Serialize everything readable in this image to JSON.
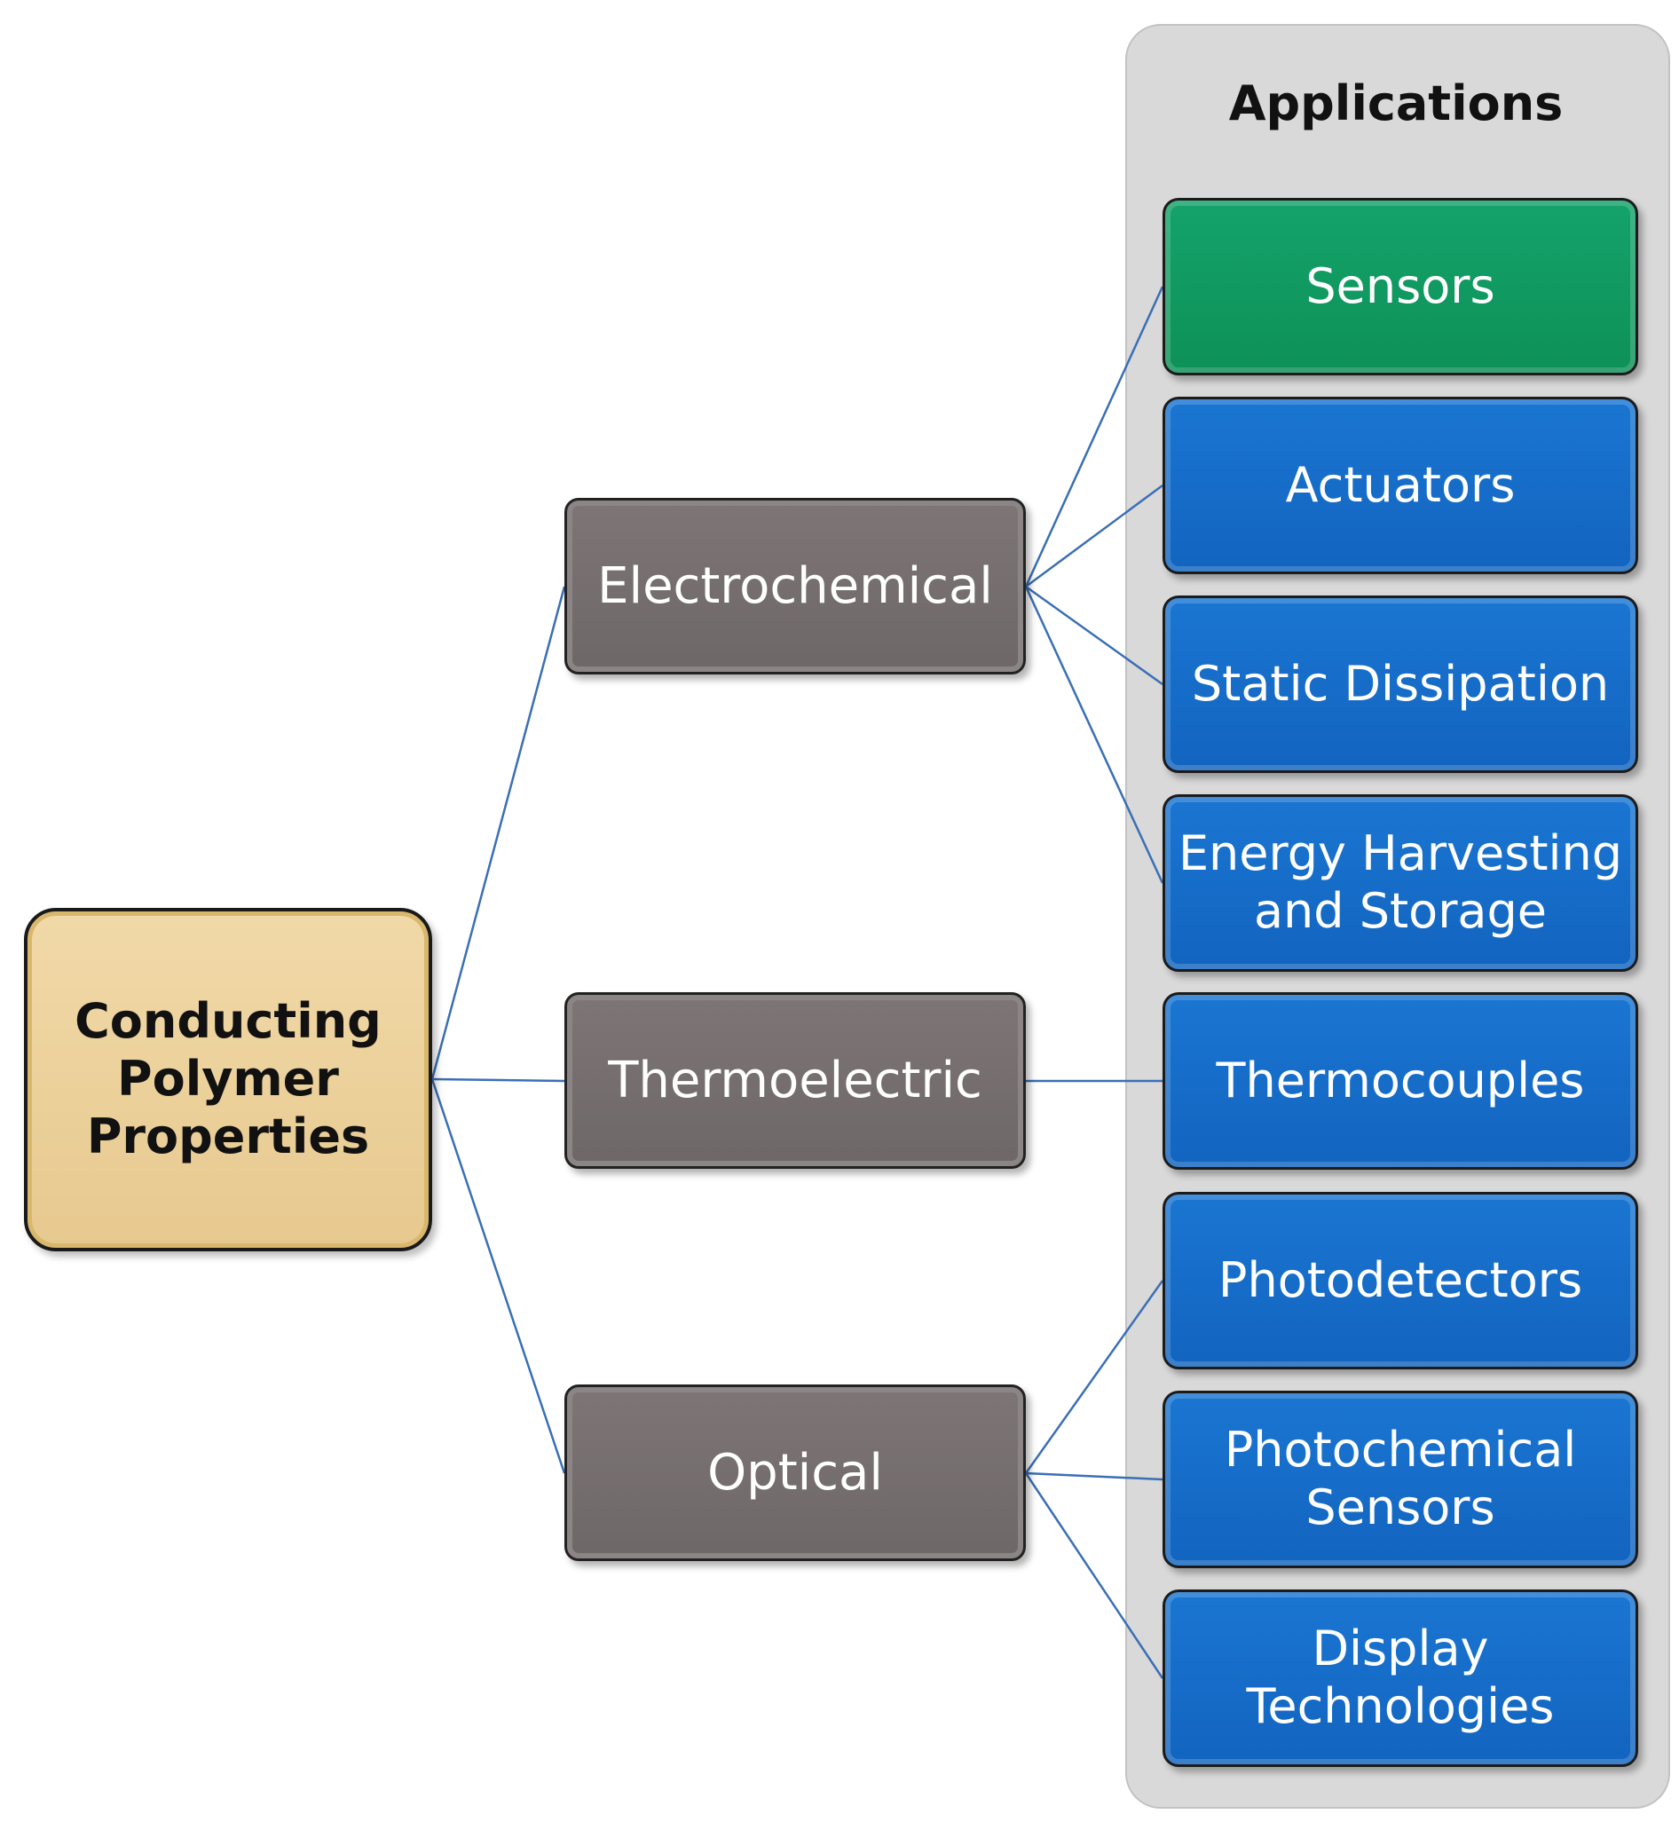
{
  "root": {
    "label": "Conducting\nPolymer\nProperties",
    "color": "#e8c991"
  },
  "panel": {
    "title": "Applications",
    "color": "#d9d9d9"
  },
  "categories": [
    {
      "id": "electrochemical",
      "label": "Electrochemical"
    },
    {
      "id": "thermoelectric",
      "label": "Thermoelectric"
    },
    {
      "id": "optical",
      "label": "Optical"
    }
  ],
  "applications": [
    {
      "id": "sensors",
      "label": "Sensors",
      "parent": "electrochemical",
      "color": "green"
    },
    {
      "id": "actuators",
      "label": "Actuators",
      "parent": "electrochemical",
      "color": "blue"
    },
    {
      "id": "static-dissipation",
      "label": "Static Dissipation",
      "parent": "electrochemical",
      "color": "blue"
    },
    {
      "id": "energy-harvesting",
      "label": "Energy Harvesting\nand Storage",
      "parent": "electrochemical",
      "color": "blue"
    },
    {
      "id": "thermocouples",
      "label": "Thermocouples",
      "parent": "thermoelectric",
      "color": "blue"
    },
    {
      "id": "photodetectors",
      "label": "Photodetectors",
      "parent": "optical",
      "color": "blue"
    },
    {
      "id": "photochemical-sensors",
      "label": "Photochemical\nSensors",
      "parent": "optical",
      "color": "blue"
    },
    {
      "id": "display-technologies",
      "label": "Display\nTechnologies",
      "parent": "optical",
      "color": "blue"
    }
  ],
  "colors": {
    "connector": "#3a6fb5",
    "category": "#746d6d",
    "blue": "#1769c9",
    "green": "#12995f"
  }
}
